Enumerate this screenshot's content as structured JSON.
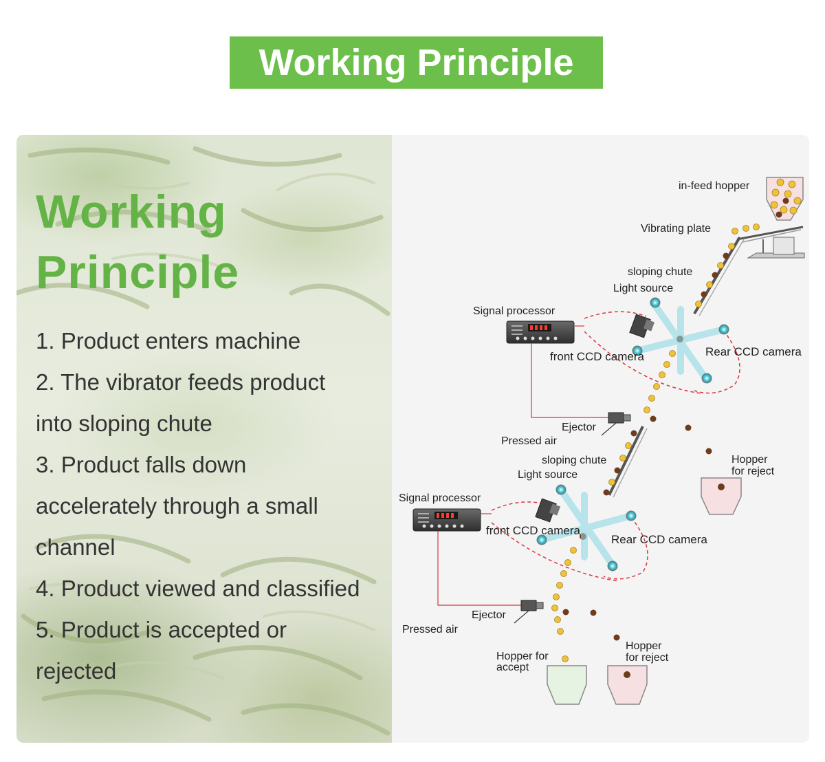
{
  "banner": {
    "title": "Working Principle"
  },
  "left_panel": {
    "title_line1": "Working",
    "title_line2": "Principle",
    "steps": [
      "1. Product enters machine",
      "2. The vibrator feeds product",
      "into sloping chute",
      "3. Product falls down",
      "accelerately through a small",
      "channel",
      "4. Product viewed and classified",
      "5. Product is accepted or",
      "rejected"
    ]
  },
  "diagram": {
    "infeed_hopper": "in-feed hopper",
    "vibrating_plate": "Vibrating plate",
    "sloping_chute_1": "sloping chute",
    "light_source_1": "Light source",
    "signal_processor_1": "Signal processor",
    "front_ccd_1": "front CCD camera",
    "rear_ccd_1": "Rear CCD camera",
    "ejector_1": "Ejector",
    "pressed_air_1": "Pressed air",
    "hopper_reject_1_line1": "Hopper",
    "hopper_reject_1_line2": "for reject",
    "sloping_chute_2": "sloping chute",
    "light_source_2": "Light source",
    "signal_processor_2": "Signal processor",
    "front_ccd_2": "front CCD camera",
    "rear_ccd_2": "Rear CCD camera",
    "ejector_2": "Ejector",
    "pressed_air_2": "Pressed air",
    "hopper_accept_line1": "Hopper for",
    "hopper_accept_line2": "accept",
    "hopper_reject_2_line1": "Hopper",
    "hopper_reject_2_line2": "for reject"
  },
  "colors": {
    "brand_green": "#6cbf4a",
    "good_product": "#f0c23a",
    "bad_product": "#6e3b1e",
    "signal_line": "#d9353a"
  }
}
